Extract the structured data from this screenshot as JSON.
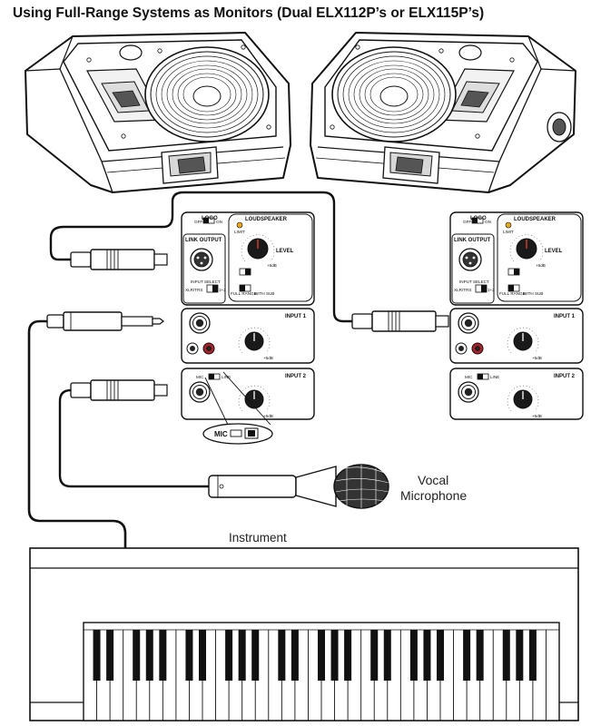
{
  "title": "Using Full-Range Systems as Monitors (Dual ELX112P’s or ELX115P’s)",
  "labels": {
    "vocal_line1": "Vocal",
    "vocal_line2": "Microphone",
    "instrument": "Instrument"
  },
  "panel": {
    "logo": "LOGO",
    "off": "OFF",
    "on": "ON",
    "loudspeaker": "LOUDSPEAKER",
    "limit": "LIMIT",
    "link_output": "LINK OUTPUT",
    "level": "LEVEL",
    "input_select": "INPUT SELECT",
    "xlr_trs": "XLR/TRS",
    "one_plus_two": "1+2",
    "full_range": "FULL RANGE",
    "with_sub": "WITH SUB",
    "input1": "INPUT 1",
    "input2": "INPUT 2",
    "mic": "MIC",
    "line": "LINE",
    "gain_max": "+6dB"
  },
  "callout": {
    "mic": "MIC"
  },
  "colors": {
    "line": "#111111",
    "limit_led": "#e8a81a",
    "rca_red": "#b3202a",
    "knob_red_mark": "#c0392b",
    "panel_fill": "#ffffff"
  }
}
